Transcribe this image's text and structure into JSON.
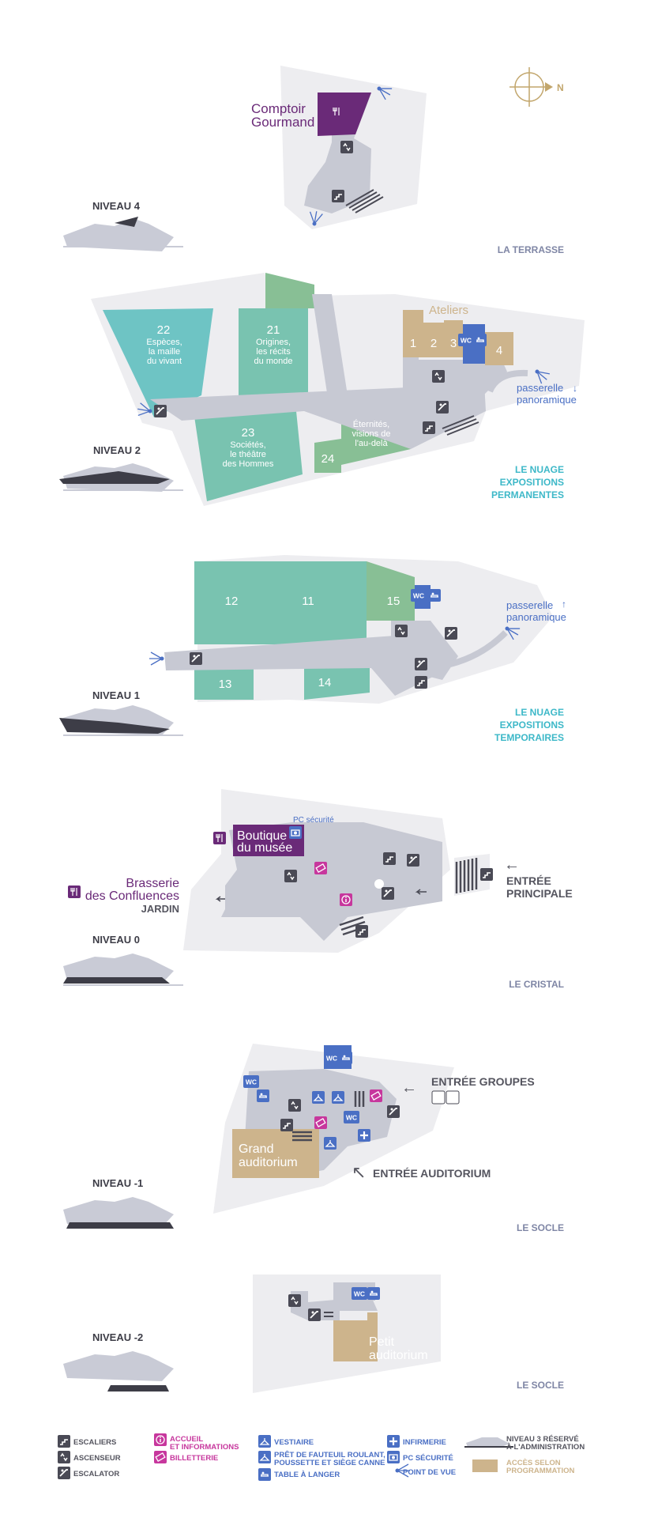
{
  "compass": {
    "label": "N",
    "color": "#c2a66c"
  },
  "colors": {
    "purple": "#6a2a78",
    "magenta": "#c7379d",
    "blue": "#4a6fc4",
    "teal_dark": "#6ec4c4",
    "teal_light": "#79c3b0",
    "green": "#88bf95",
    "tan": "#cdb48c",
    "floor": "#c7c9d3",
    "ground": "#ededf0",
    "zone_gray": "#7f86a5",
    "zone_teal": "#3db8c8"
  },
  "niveau4": {
    "label": "NIVEAU 4",
    "zone": "LA TERRASSE",
    "comptoir_l1": "Comptoir",
    "comptoir_l2": "Gourmand"
  },
  "niveau2": {
    "label": "NIVEAU 2",
    "zone_l1": "LE NUAGE",
    "zone_l2": "EXPOSITIONS",
    "zone_l3": "PERMANENTES",
    "ateliers": "Ateliers",
    "atelier_nums": [
      "1",
      "2",
      "3",
      "4"
    ],
    "wc": "WC",
    "g22": {
      "num": "22",
      "l1": "Espèces,",
      "l2": "la maille",
      "l3": "du vivant"
    },
    "g21": {
      "num": "21",
      "l1": "Origines,",
      "l2": "les récits",
      "l3": "du monde"
    },
    "g23": {
      "num": "23",
      "l1": "Sociétés,",
      "l2": "le théâtre",
      "l3": "des Hommes"
    },
    "g24": {
      "num": "24"
    },
    "eternites": {
      "l1": "Éternités,",
      "l2": "visions de",
      "l3": "l'au-delà"
    },
    "passerelle_l1": "passerelle",
    "passerelle_l2": "panoramique",
    "arrow": "↓"
  },
  "niveau1": {
    "label": "NIVEAU 1",
    "zone_l1": "LE NUAGE",
    "zone_l2": "EXPOSITIONS",
    "zone_l3": "TEMPORAIRES",
    "galleries": [
      "12",
      "11",
      "15",
      "13",
      "14"
    ],
    "wc": "WC",
    "passerelle_l1": "passerelle",
    "passerelle_l2": "panoramique",
    "arrow": "↑"
  },
  "niveau0": {
    "label": "NIVEAU 0",
    "zone": "LE CRISTAL",
    "pc": "PC sécurité",
    "boutique_l1": "Boutique",
    "boutique_l2": "du musée",
    "brasserie_l1": "Brasserie",
    "brasserie_l2": "des Confluences",
    "jardin": "JARDIN",
    "entree_l1": "ENTRÉE",
    "entree_l2": "PRINCIPALE",
    "entree_arrow": "←"
  },
  "niveau_m1": {
    "label": "NIVEAU -1",
    "zone": "LE SOCLE",
    "entree_groupes": "ENTRÉE GROUPES",
    "entree_auditorium": "ENTRÉE AUDITORIUM",
    "grand_l1": "Grand",
    "grand_l2": "auditorium",
    "wc": "WC",
    "arrow_left": "←",
    "arrow_up": "↖"
  },
  "niveau_m2": {
    "label": "NIVEAU -2",
    "zone": "LE SOCLE",
    "petit_l1": "Petit",
    "petit_l2": "auditorium",
    "wc": "WC"
  },
  "legend": {
    "escaliers": "ESCALIERS",
    "ascenseur": "ASCENSEUR",
    "escalator": "ESCALATOR",
    "accueil_l1": "ACCUEIL",
    "accueil_l2": "ET INFORMATIONS",
    "billetterie": "BILLETTERIE",
    "vestiaire": "VESTIAIRE",
    "pret_l1": "PRÊT DE FAUTEUIL ROULANT,",
    "pret_l2": "POUSSETTE ET SIÈGE CANNE",
    "table": "TABLE À LANGER",
    "infirmerie": "INFIRMERIE",
    "pc": "PC SÉCURITÉ",
    "point": "POINT DE VUE",
    "niveau3_l1": "NIVEAU 3 RÉSERVÉ",
    "niveau3_l2": "À L'ADMINISTRATION",
    "acces_l1": "ACCÈS SELON",
    "acces_l2": "PROGRAMMATION"
  }
}
